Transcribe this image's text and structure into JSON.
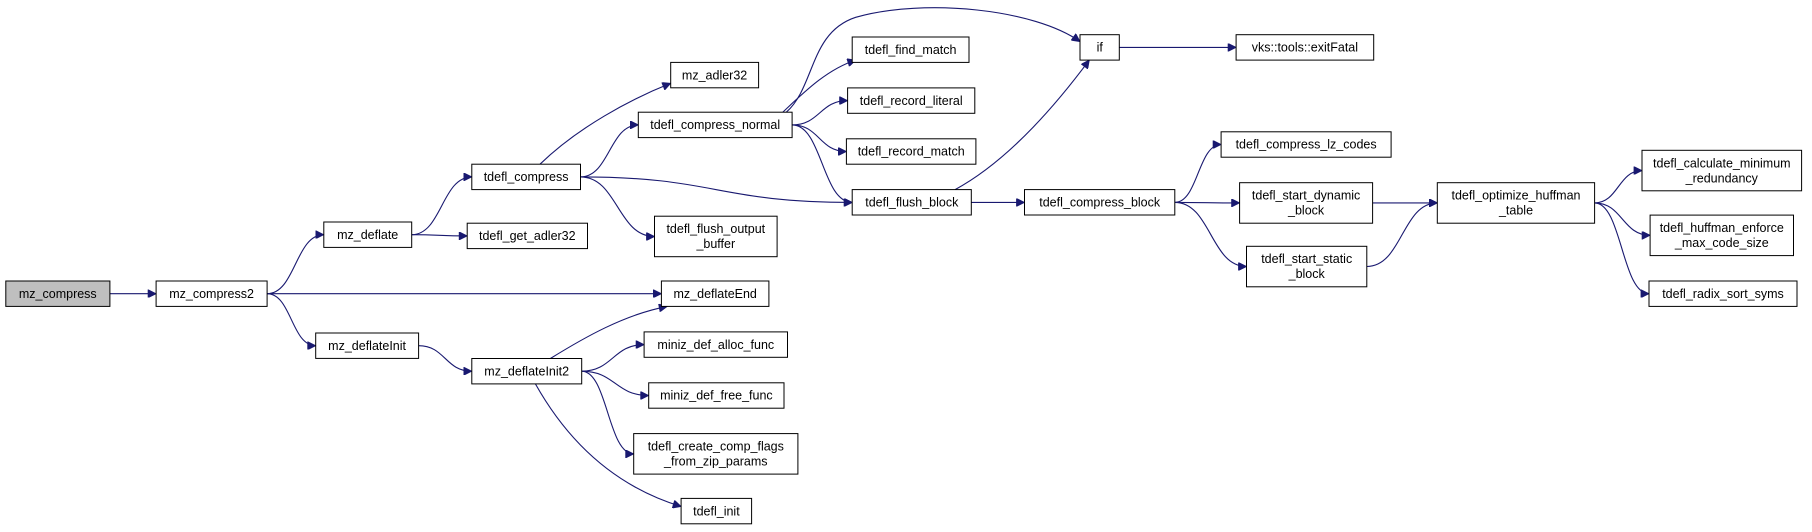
{
  "colors": {
    "edge": "#191970",
    "root_fill": "#bfbfbf",
    "node_fill": "#ffffff",
    "node_border": "#000000"
  },
  "nodes": [
    {
      "id": "mz_compress",
      "lines": [
        "mz_compress"
      ],
      "root": true
    },
    {
      "id": "mz_compress2",
      "lines": [
        "mz_compress2"
      ]
    },
    {
      "id": "mz_deflate",
      "lines": [
        "mz_deflate"
      ]
    },
    {
      "id": "mz_deflateInit",
      "lines": [
        "mz_deflateInit"
      ]
    },
    {
      "id": "tdefl_compress",
      "lines": [
        "tdefl_compress"
      ]
    },
    {
      "id": "tdefl_get_adler32",
      "lines": [
        "tdefl_get_adler32"
      ]
    },
    {
      "id": "mz_deflateInit2",
      "lines": [
        "mz_deflateInit2"
      ]
    },
    {
      "id": "mz_adler32",
      "lines": [
        "mz_adler32"
      ]
    },
    {
      "id": "tdefl_compress_normal",
      "lines": [
        "tdefl_compress_normal"
      ]
    },
    {
      "id": "tdefl_flush_output_buffer",
      "lines": [
        "tdefl_flush_output",
        "_buffer"
      ]
    },
    {
      "id": "mz_deflateEnd",
      "lines": [
        "mz_deflateEnd"
      ]
    },
    {
      "id": "miniz_def_alloc_func",
      "lines": [
        "miniz_def_alloc_func"
      ]
    },
    {
      "id": "miniz_def_free_func",
      "lines": [
        "miniz_def_free_func"
      ]
    },
    {
      "id": "tdefl_create_comp_flags_from_zip_params",
      "lines": [
        "tdefl_create_comp_flags",
        "_from_zip_params"
      ]
    },
    {
      "id": "tdefl_init",
      "lines": [
        "tdefl_init"
      ]
    },
    {
      "id": "tdefl_find_match",
      "lines": [
        "tdefl_find_match"
      ]
    },
    {
      "id": "tdefl_record_literal",
      "lines": [
        "tdefl_record_literal"
      ]
    },
    {
      "id": "tdefl_record_match",
      "lines": [
        "tdefl_record_match"
      ]
    },
    {
      "id": "tdefl_flush_block",
      "lines": [
        "tdefl_flush_block"
      ]
    },
    {
      "id": "if",
      "lines": [
        "if"
      ]
    },
    {
      "id": "tdefl_compress_block",
      "lines": [
        "tdefl_compress_block"
      ]
    },
    {
      "id": "vks_tools_exitFatal",
      "lines": [
        "vks::tools::exitFatal"
      ]
    },
    {
      "id": "tdefl_compress_lz_codes",
      "lines": [
        "tdefl_compress_lz_codes"
      ]
    },
    {
      "id": "tdefl_start_dynamic_block",
      "lines": [
        "tdefl_start_dynamic",
        "_block"
      ]
    },
    {
      "id": "tdefl_start_static_block",
      "lines": [
        "tdefl_start_static",
        "_block"
      ]
    },
    {
      "id": "tdefl_optimize_huffman_table",
      "lines": [
        "tdefl_optimize_huffman",
        "_table"
      ]
    },
    {
      "id": "tdefl_calculate_minimum_redundancy",
      "lines": [
        "tdefl_calculate_minimum",
        "_redundancy"
      ]
    },
    {
      "id": "tdefl_huffman_enforce_max_code_size",
      "lines": [
        "tdefl_huffman_enforce",
        "_max_code_size"
      ]
    },
    {
      "id": "tdefl_radix_sort_syms",
      "lines": [
        "tdefl_radix_sort_syms"
      ]
    }
  ],
  "edges": [
    [
      "mz_compress",
      "mz_compress2"
    ],
    [
      "mz_compress2",
      "mz_deflate"
    ],
    [
      "mz_compress2",
      "mz_deflateEnd"
    ],
    [
      "mz_compress2",
      "mz_deflateInit"
    ],
    [
      "mz_deflate",
      "tdefl_compress"
    ],
    [
      "mz_deflate",
      "tdefl_get_adler32"
    ],
    [
      "tdefl_compress",
      "mz_adler32"
    ],
    [
      "tdefl_compress",
      "tdefl_compress_normal"
    ],
    [
      "tdefl_compress",
      "tdefl_flush_block"
    ],
    [
      "tdefl_compress",
      "tdefl_flush_output_buffer"
    ],
    [
      "tdefl_compress_normal",
      "if"
    ],
    [
      "tdefl_compress_normal",
      "tdefl_find_match"
    ],
    [
      "tdefl_compress_normal",
      "tdefl_record_literal"
    ],
    [
      "tdefl_compress_normal",
      "tdefl_record_match"
    ],
    [
      "tdefl_compress_normal",
      "tdefl_flush_block"
    ],
    [
      "tdefl_flush_block",
      "if"
    ],
    [
      "tdefl_flush_block",
      "tdefl_compress_block"
    ],
    [
      "if",
      "vks_tools_exitFatal"
    ],
    [
      "tdefl_compress_block",
      "tdefl_compress_lz_codes"
    ],
    [
      "tdefl_compress_block",
      "tdefl_start_dynamic_block"
    ],
    [
      "tdefl_compress_block",
      "tdefl_start_static_block"
    ],
    [
      "tdefl_start_dynamic_block",
      "tdefl_optimize_huffman_table"
    ],
    [
      "tdefl_start_static_block",
      "tdefl_optimize_huffman_table"
    ],
    [
      "tdefl_optimize_huffman_table",
      "tdefl_calculate_minimum_redundancy"
    ],
    [
      "tdefl_optimize_huffman_table",
      "tdefl_huffman_enforce_max_code_size"
    ],
    [
      "tdefl_optimize_huffman_table",
      "tdefl_radix_sort_syms"
    ],
    [
      "mz_deflateInit",
      "mz_deflateInit2"
    ],
    [
      "mz_deflateInit2",
      "mz_deflateEnd"
    ],
    [
      "mz_deflateInit2",
      "miniz_def_alloc_func"
    ],
    [
      "mz_deflateInit2",
      "miniz_def_free_func"
    ],
    [
      "mz_deflateInit2",
      "tdefl_create_comp_flags_from_zip_params"
    ],
    [
      "mz_deflateInit2",
      "tdefl_init"
    ]
  ]
}
